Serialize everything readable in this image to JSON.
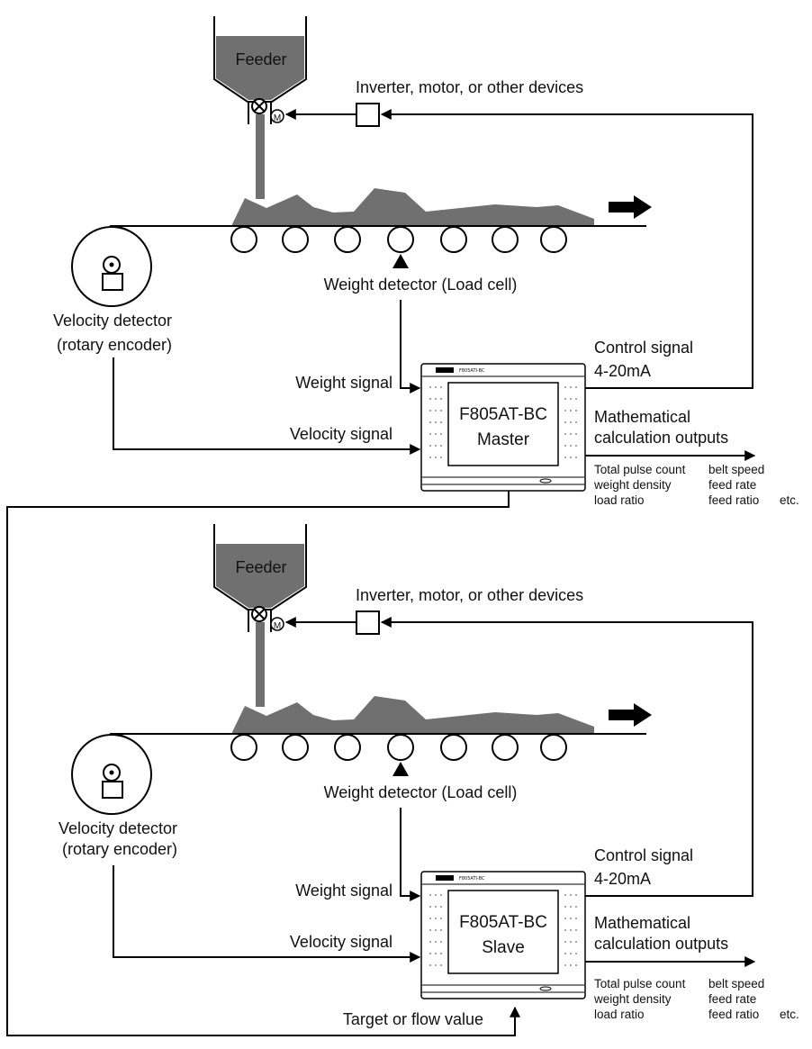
{
  "colors": {
    "material": "#707070",
    "line": "#000000",
    "background": "#ffffff"
  },
  "logo_text": "UNIPULSE",
  "model_small": "F805ATI-BC",
  "master": {
    "feeder": "Feeder",
    "motor_symbol": "M",
    "inverter_label": "Inverter, motor, or other devices",
    "load_cell_label": "Weight detector (Load cell)",
    "velocity_detector_line1": "Velocity detector",
    "velocity_detector_line2": "(rotary encoder)",
    "weight_signal": "Weight signal",
    "velocity_signal": "Velocity signal",
    "control_signal_line1": "Control signal",
    "control_signal_line2": "4-20mA",
    "math_outputs_line1": "Mathematical",
    "math_outputs_line2": "calculation outputs",
    "device_line1": "F805AT-BC",
    "device_line2": "Master",
    "outputs_col1": [
      "Total pulse count",
      "weight density",
      "load ratio"
    ],
    "outputs_col2": [
      "belt speed",
      "feed rate",
      "feed ratio"
    ],
    "outputs_etc": "etc."
  },
  "slave": {
    "feeder": "Feeder",
    "motor_symbol": "M",
    "inverter_label": "Inverter, motor, or other devices",
    "load_cell_label": "Weight detector (Load cell)",
    "velocity_detector_line1": "Velocity detector",
    "velocity_detector_line2": "(rotary encoder)",
    "weight_signal": "Weight signal",
    "velocity_signal": "Velocity signal",
    "control_signal_line1": "Control signal",
    "control_signal_line2": "4-20mA",
    "math_outputs_line1": "Mathematical",
    "math_outputs_line2": "calculation outputs",
    "device_line1": "F805AT-BC",
    "device_line2": "Slave",
    "outputs_col1": [
      "Total pulse count",
      "weight density",
      "load ratio"
    ],
    "outputs_col2": [
      "belt speed",
      "feed rate",
      "feed ratio"
    ],
    "outputs_etc": "etc.",
    "target_label": "Target or flow value"
  }
}
